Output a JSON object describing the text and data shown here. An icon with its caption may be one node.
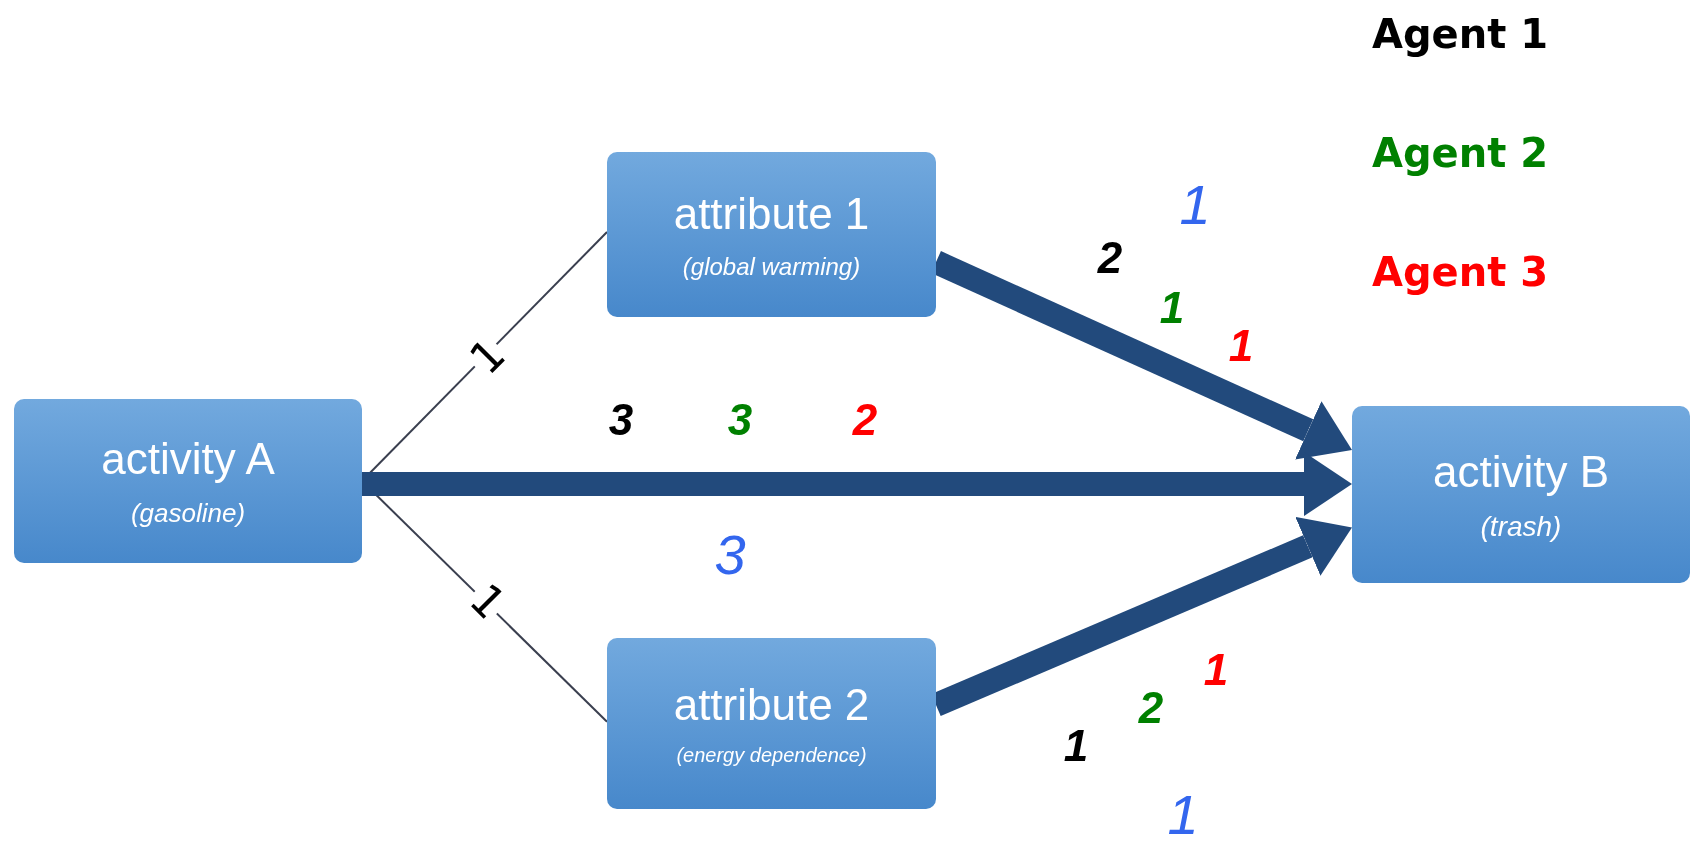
{
  "diagram": {
    "nodes": [
      {
        "text": [
          "activity A",
          "(gasoline)"
        ]
      },
      {
        "text": [
          "attribute 1",
          "(global warming)"
        ]
      },
      {
        "text": [
          "attribute 2",
          "(energy dependence)"
        ]
      },
      {
        "text": [
          "activity B",
          "(trash)"
        ]
      }
    ],
    "edges": [
      {
        "from": 0,
        "to": 1,
        "arrow": "none",
        "label": "1"
      },
      {
        "from": 0,
        "to": 2,
        "arrow": "none",
        "label": "1"
      },
      {
        "from": 1,
        "to": 3,
        "arrow": "to"
      },
      {
        "from": 0,
        "to": 3,
        "arrow": "to"
      },
      {
        "from": 2,
        "to": 3,
        "arrow": "to"
      }
    ],
    "labels": [
      "1",
      "2",
      "1",
      "1",
      "3",
      "3",
      "2",
      "3",
      "1",
      "2",
      "1",
      "1"
    ],
    "legend": [
      {
        "text": "Agent 1",
        "color": "#000000"
      },
      {
        "text": "Agent 2",
        "color": "#008000"
      },
      {
        "text": "Agent 3",
        "color": "#ff0000"
      }
    ]
  }
}
